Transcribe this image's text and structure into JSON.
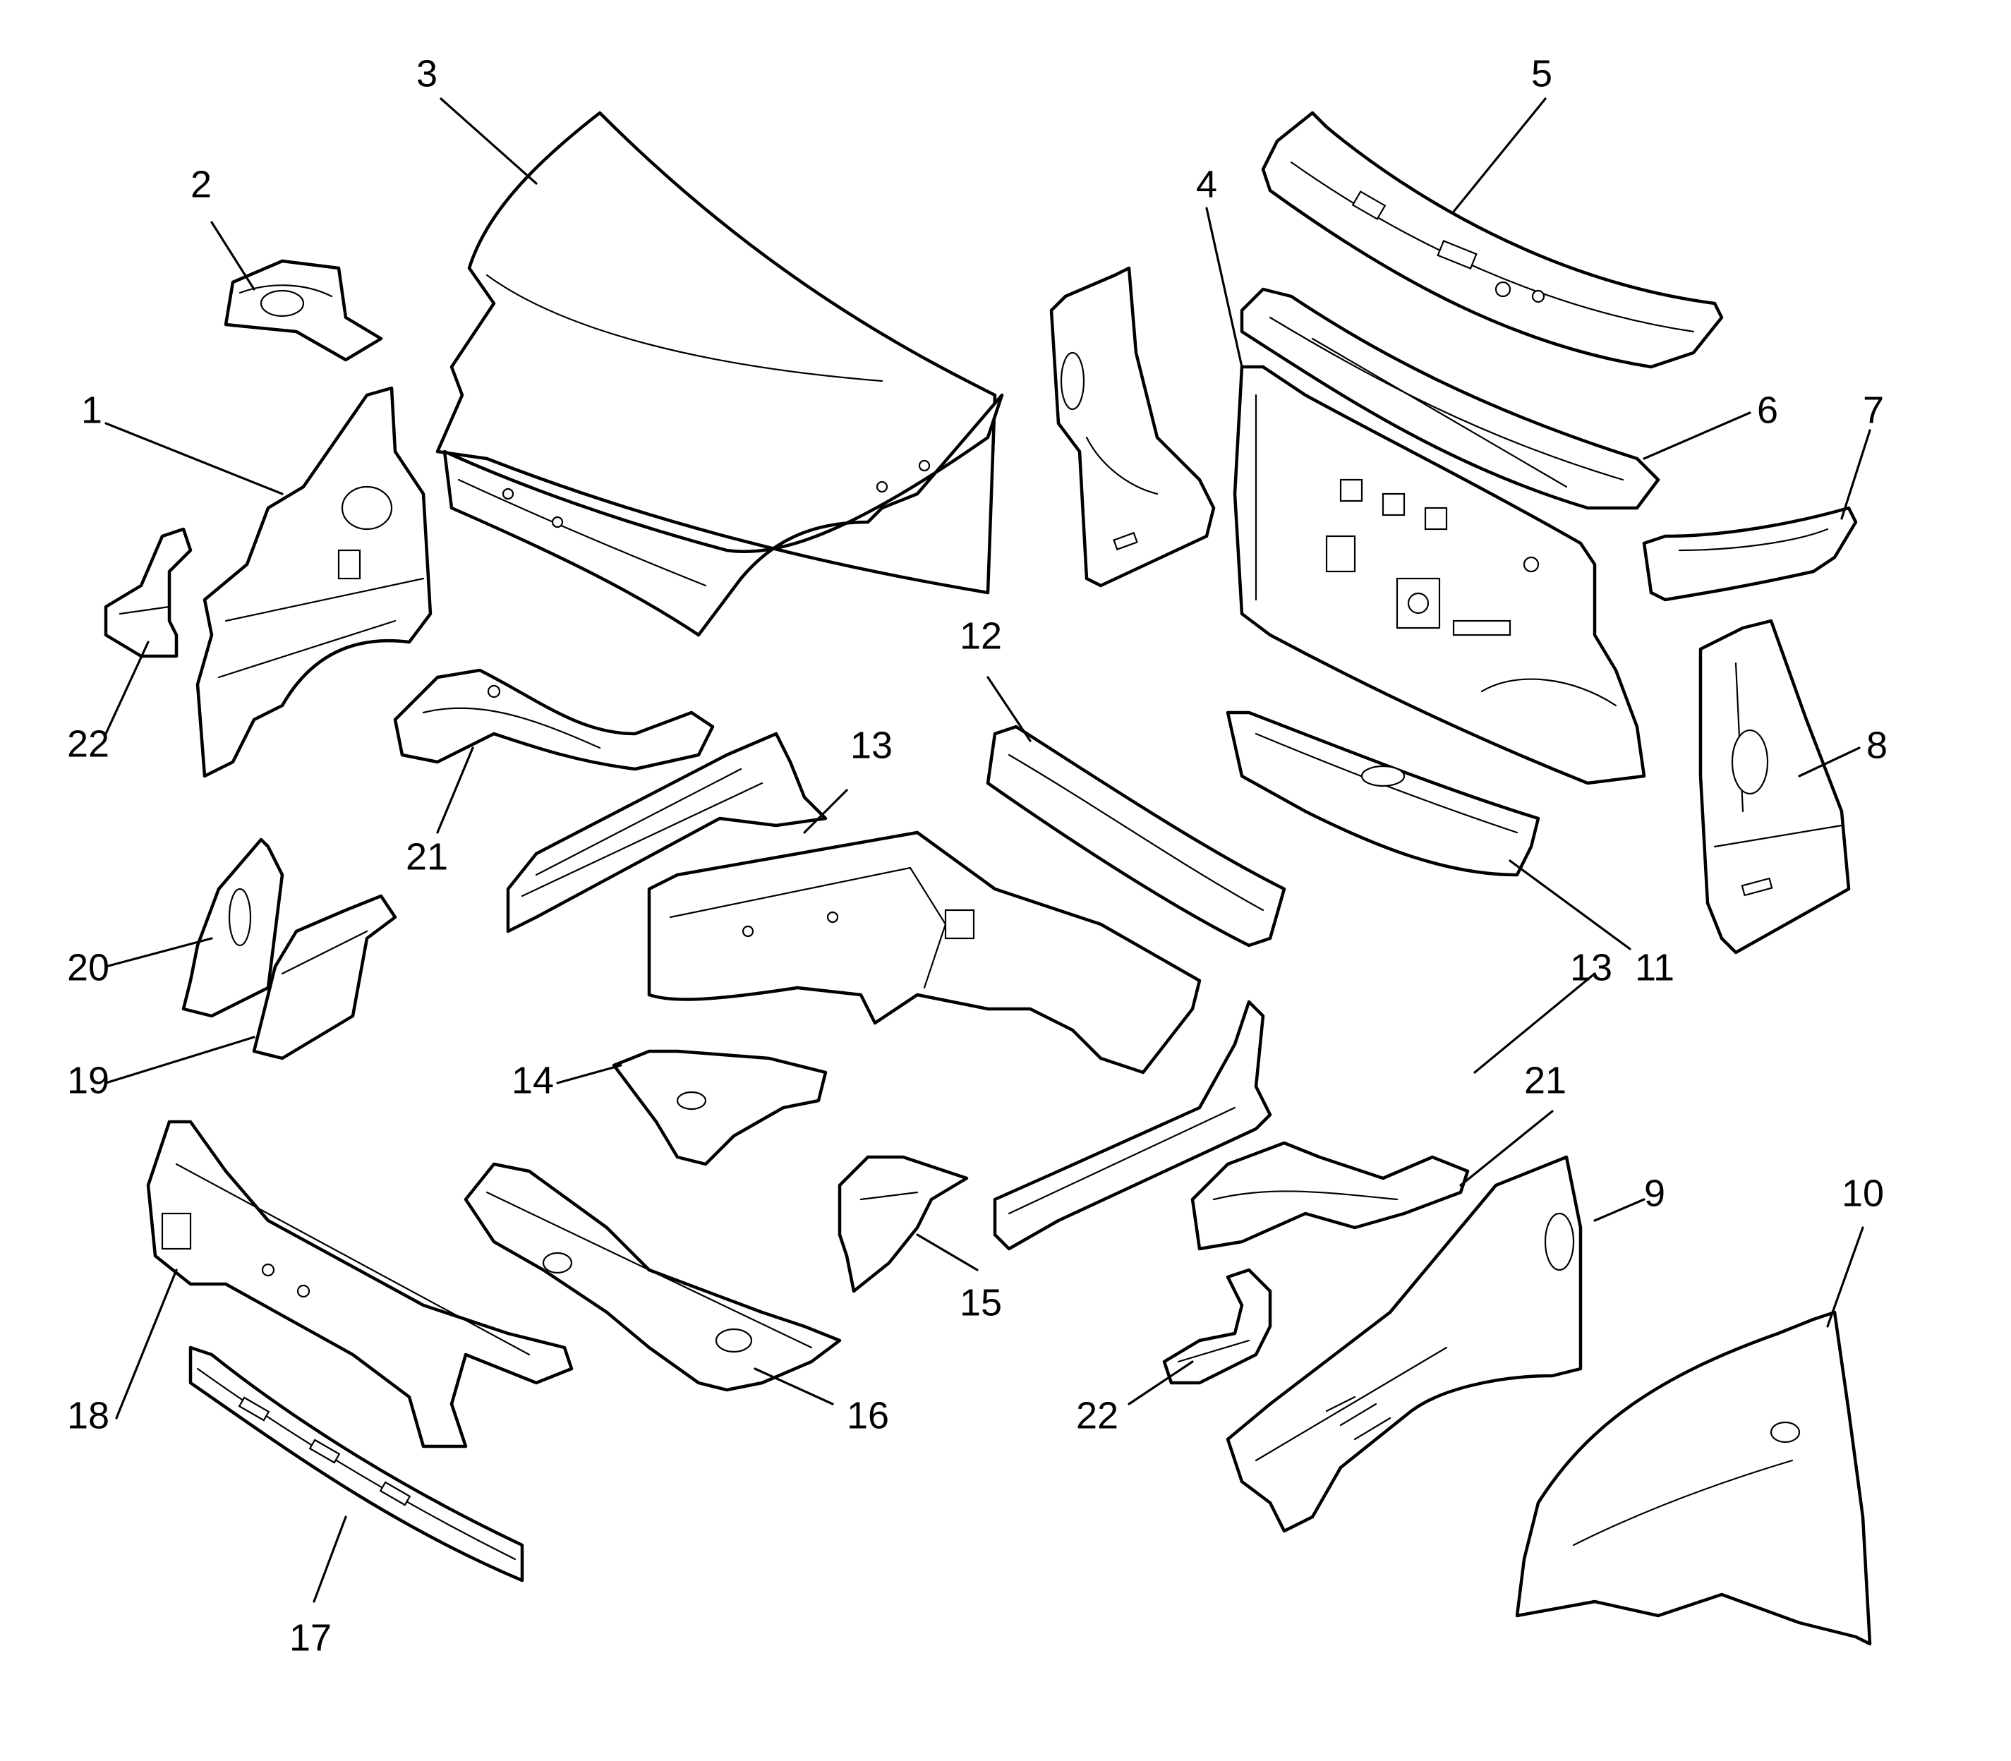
{
  "diagram": {
    "callouts": [
      "1",
      "2",
      "3",
      "4",
      "5",
      "6",
      "7",
      "8",
      "9",
      "10",
      "11",
      "12",
      "13",
      "13",
      "14",
      "15",
      "16",
      "17",
      "18",
      "19",
      "20",
      "21",
      "21",
      "22",
      "22"
    ]
  },
  "colors": {
    "line": "#000000",
    "background": "#ffffff"
  }
}
